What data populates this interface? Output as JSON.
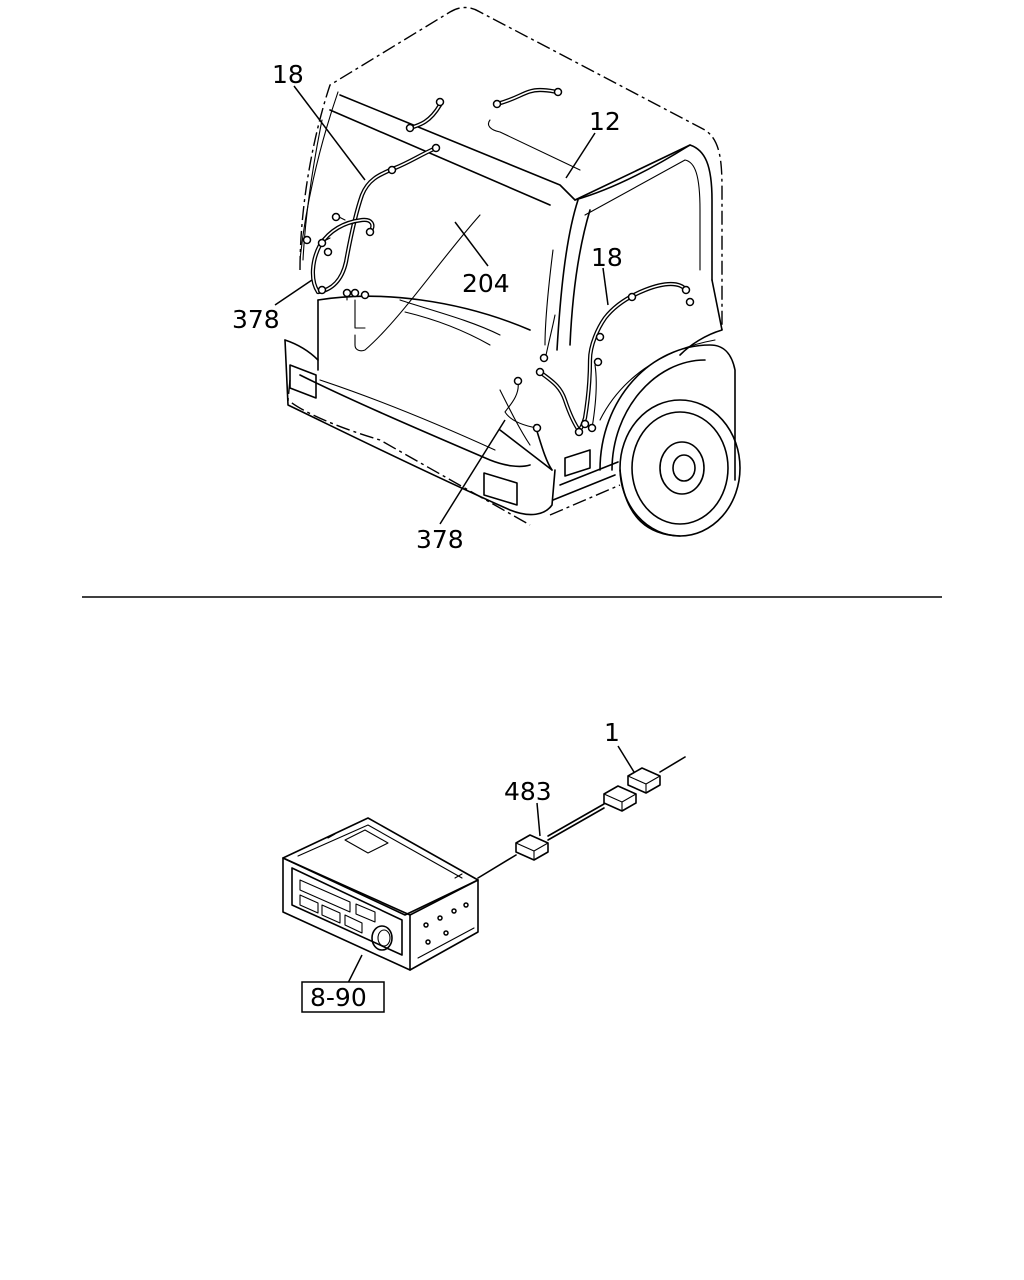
{
  "callouts": {
    "harness_left": "18",
    "harness_roof": "12",
    "harness_right": "18",
    "harness_dash": "204",
    "connector_left": "378",
    "connector_lower": "378",
    "antenna_cable": "1",
    "extension_cable": "483",
    "radio_ref": "8-90"
  },
  "icons": {
    "cab": "truck-cab-outline",
    "radio": "car-radio-unit"
  }
}
